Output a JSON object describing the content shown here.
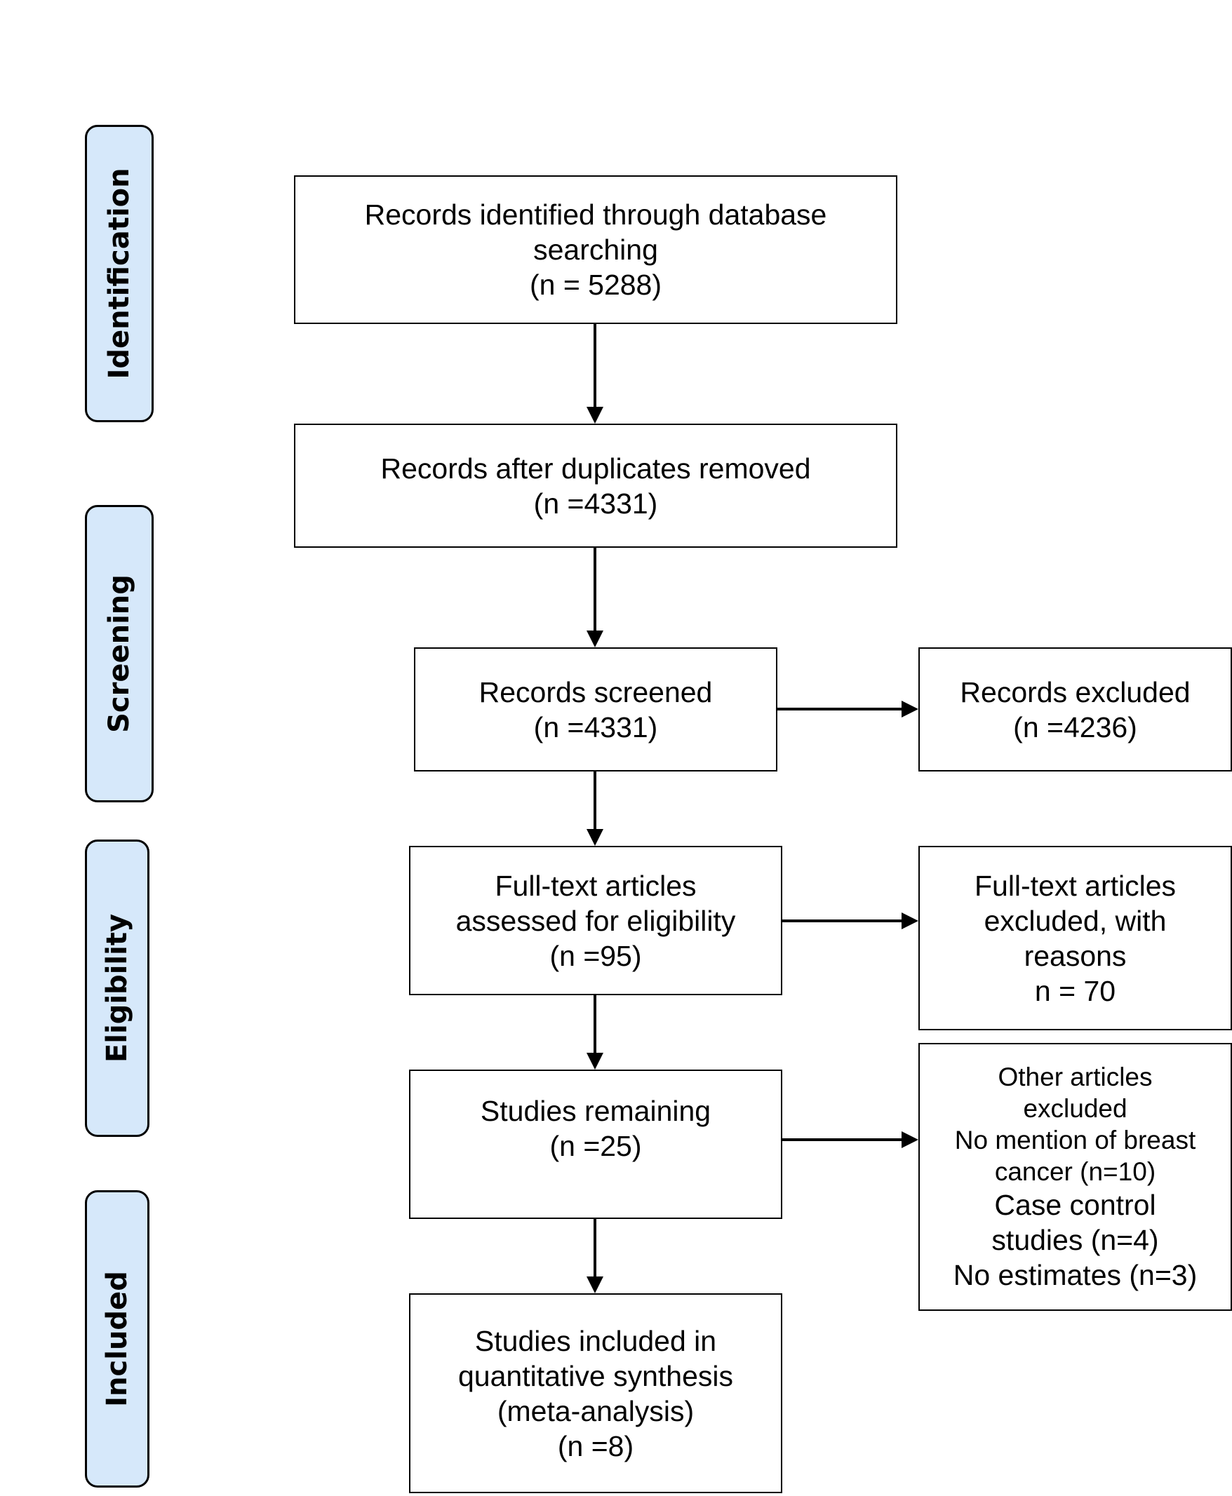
{
  "phases": {
    "identification": "Identification",
    "screening": "Screening",
    "eligibility": "Eligibility",
    "included": "Included"
  },
  "boxes": {
    "identified": {
      "line1": "Records identified through database",
      "line2": "searching",
      "line3": "(n = 5288)"
    },
    "duplicates_removed": {
      "line1": "Records after duplicates removed",
      "line2": "(n =4331)"
    },
    "screened": {
      "line1": "Records screened",
      "line2": "(n =4331)"
    },
    "excluded": {
      "line1": "Records excluded",
      "line2": "(n =4236)"
    },
    "fulltext_assessed": {
      "line1": "Full-text articles",
      "line2": "assessed for eligibility",
      "line3": "(n =95)"
    },
    "fulltext_excluded": {
      "line1": "Full-text articles",
      "line2": "excluded, with",
      "line3": "reasons",
      "line4": "n = 70"
    },
    "remaining": {
      "line1": "Studies remaining",
      "line2": "(n =25)"
    },
    "other_excluded": {
      "line1": "Other articles",
      "line2": "excluded",
      "line3": "No mention of breast",
      "line4": "cancer (n=10)",
      "line5": "Case control",
      "line6": "studies (n=4)",
      "line7": "No estimates (n=3)"
    },
    "included": {
      "line1": "Studies included in",
      "line2": "quantitative synthesis",
      "line3": "(meta-analysis)",
      "line4": "(n =8)"
    }
  }
}
